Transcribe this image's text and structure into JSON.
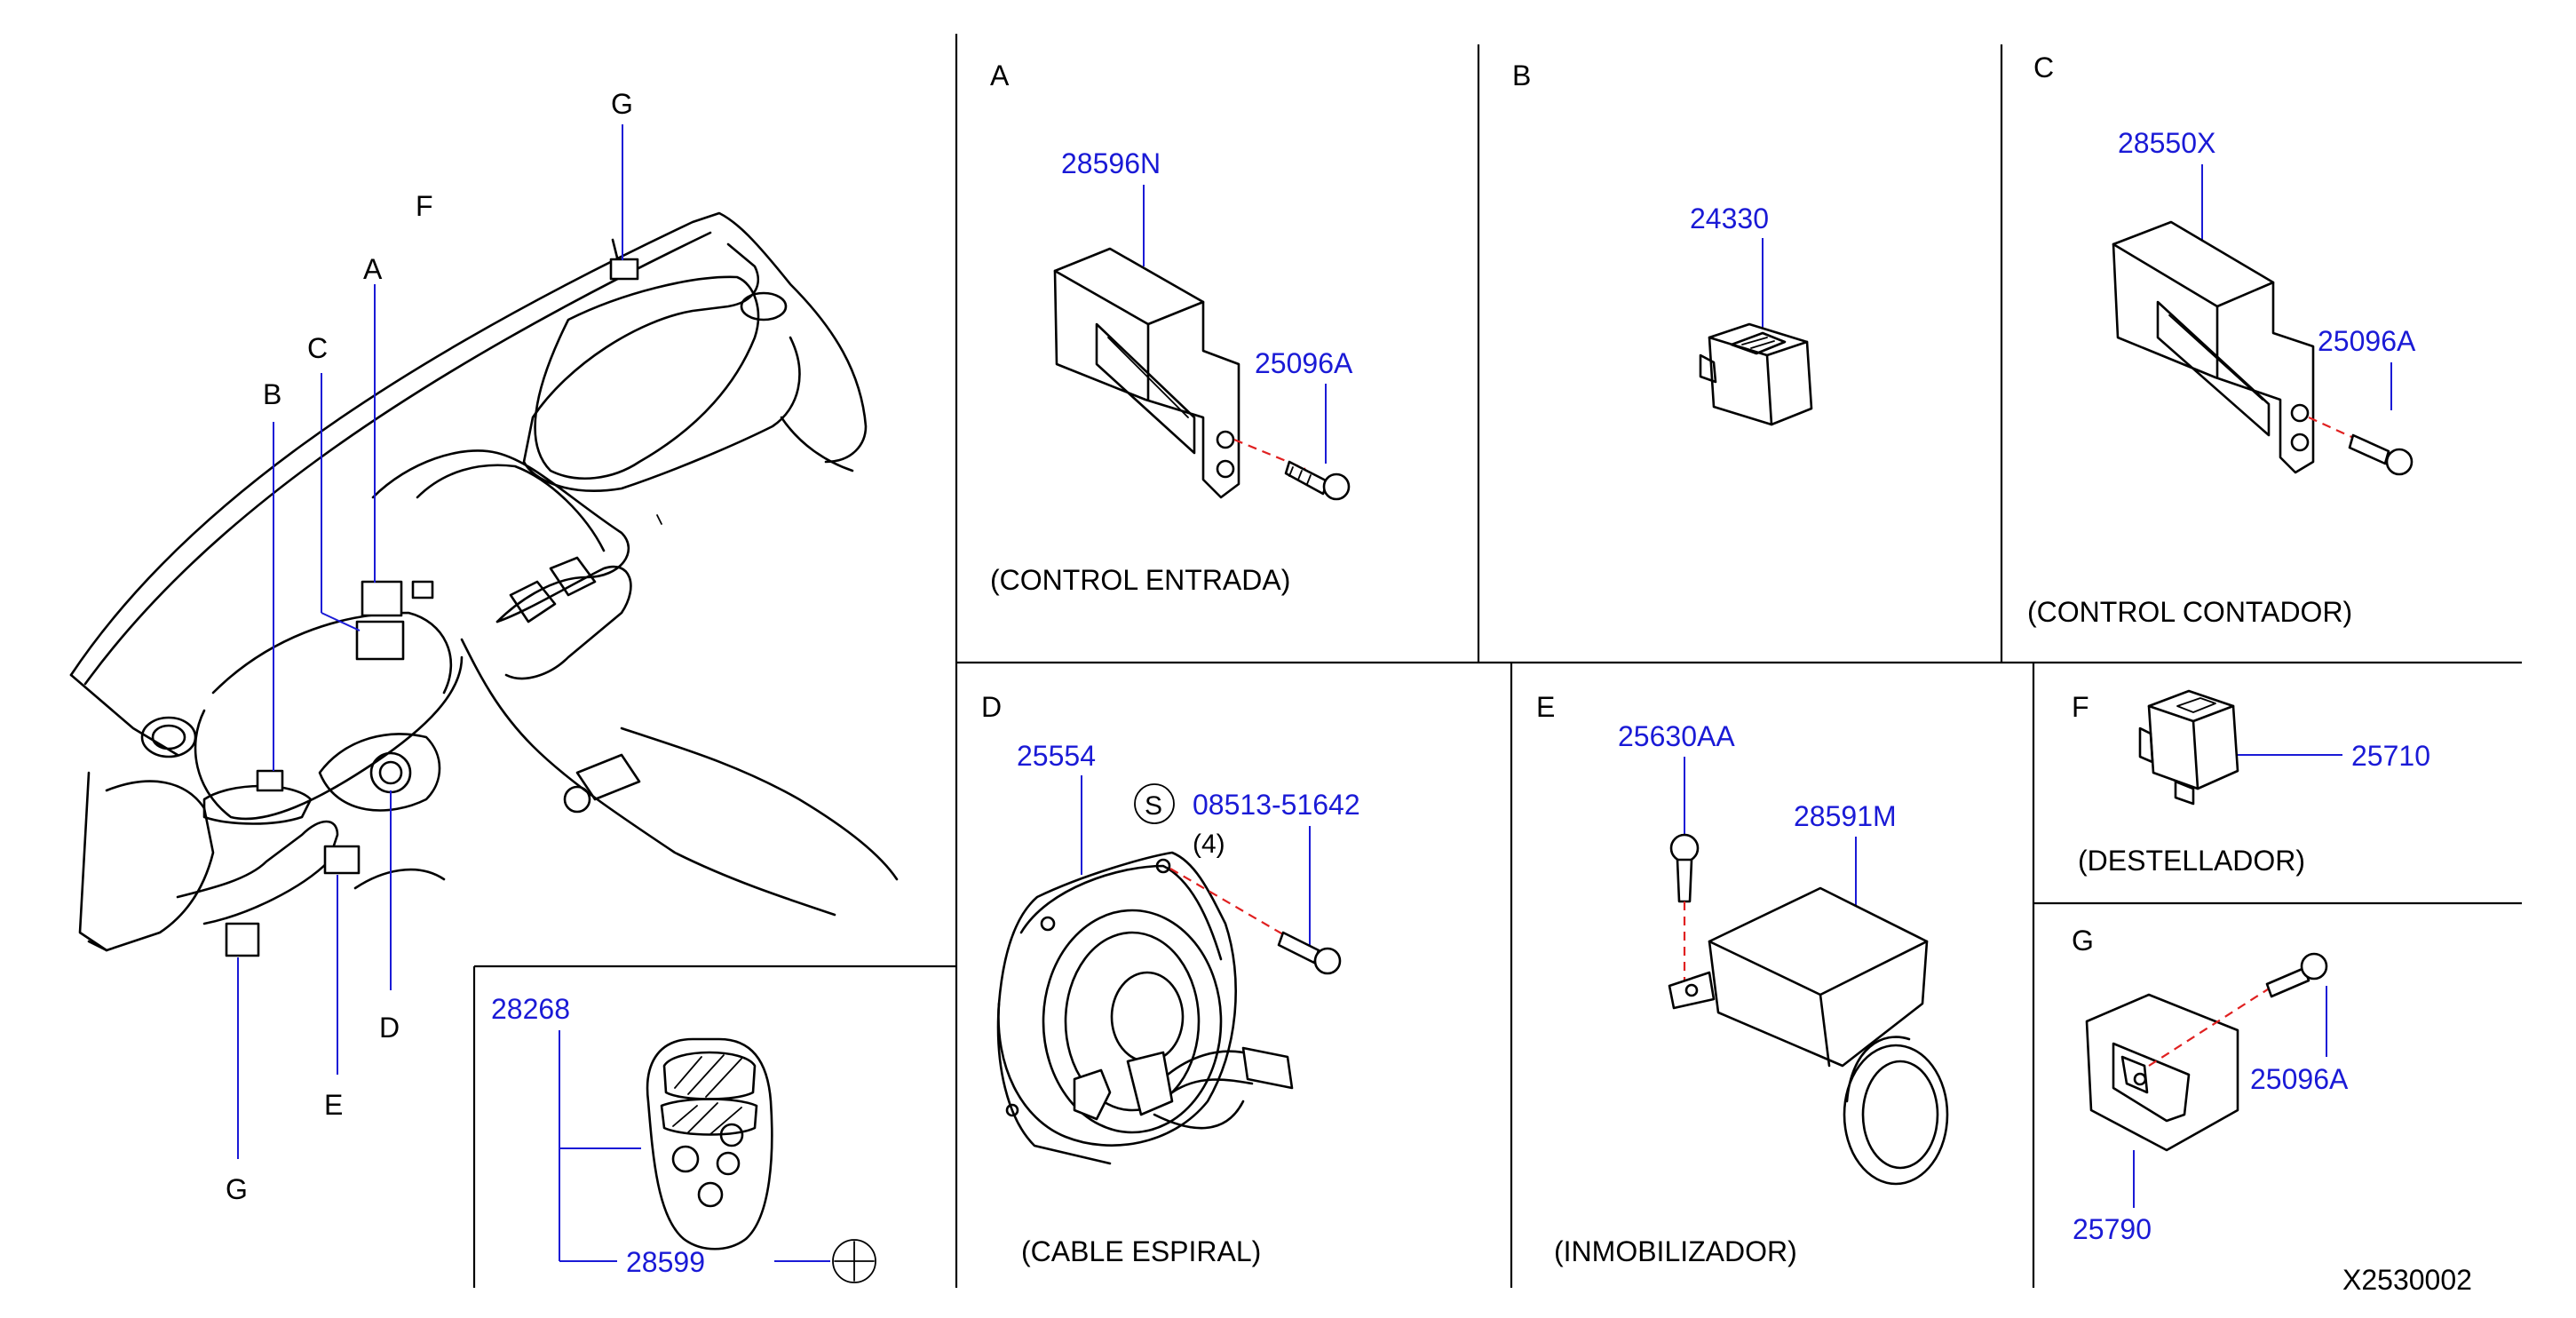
{
  "panels": {
    "A": {
      "letter": "A",
      "part_main": "28596N",
      "part_bolt": "25096A",
      "caption": "(CONTROL   ENTRADA)"
    },
    "B": {
      "letter": "B",
      "part_main": "24330"
    },
    "C": {
      "letter": "C",
      "part_main": "28550X",
      "part_bolt": "25096A",
      "caption": "(CONTROL   CONTADOR)"
    },
    "D": {
      "letter": "D",
      "part_main": "25554",
      "part_screw": "08513-51642",
      "screw_symbol": "S",
      "screw_qty": "(4)",
      "caption": "(CABLE   ESPIRAL)"
    },
    "E": {
      "letter": "E",
      "part_bolt": "25630AA",
      "part_main": "28591M",
      "caption": "(INMOBILIZADOR)"
    },
    "F": {
      "letter": "F",
      "part_main": "25710",
      "caption": "(DESTELLADOR)"
    },
    "G": {
      "letter": "G",
      "part_main": "25790",
      "part_bolt": "25096A"
    },
    "key": {
      "part_set": "28268",
      "part_key": "28599",
      "plus_symbol": "+"
    }
  },
  "overview_labels": [
    "G",
    "F",
    "A",
    "C",
    "B",
    "D",
    "E",
    "G"
  ],
  "drawing_number": "X2530002",
  "colors": {
    "part_number": "#1a1ad6",
    "line": "#000000",
    "dashed_axis": "#e02020"
  }
}
